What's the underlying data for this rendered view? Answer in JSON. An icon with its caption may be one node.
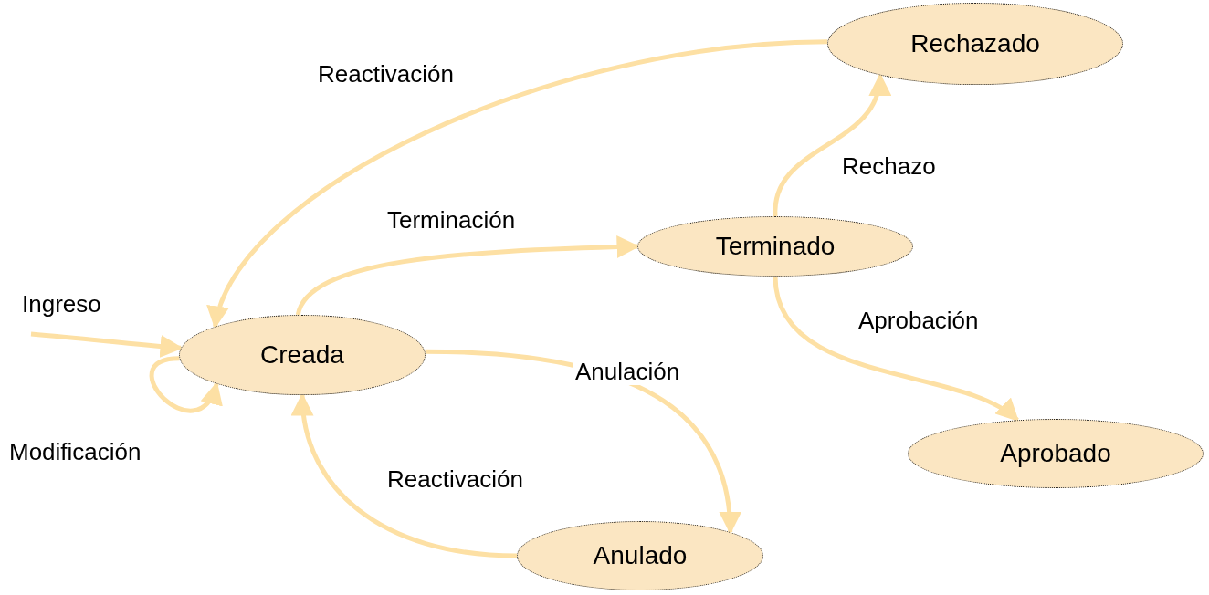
{
  "diagram": {
    "nodes": [
      {
        "text": [
          "Rechazado"
        ]
      },
      {
        "text": [
          "Terminado"
        ]
      },
      {
        "text": [
          "Creada"
        ]
      },
      {
        "text": [
          "Aprobado"
        ]
      },
      {
        "text": [
          "Anulado"
        ]
      }
    ],
    "edges": [
      {
        "from": null,
        "to": 2,
        "arrow": "to",
        "label": "Ingreso"
      },
      {
        "from": 2,
        "to": 2,
        "arrow": "to",
        "label": "Modificación"
      },
      {
        "from": 2,
        "to": 1,
        "arrow": "to",
        "label": "Terminación"
      },
      {
        "from": 1,
        "to": 0,
        "arrow": "to",
        "label": "Rechazo"
      },
      {
        "from": 1,
        "to": 3,
        "arrow": "to",
        "label": "Aprobación"
      },
      {
        "from": 0,
        "to": 2,
        "arrow": "to",
        "label": "Reactivación"
      },
      {
        "from": 2,
        "to": 4,
        "arrow": "to",
        "label": "Anulación"
      },
      {
        "from": 4,
        "to": 2,
        "arrow": "to",
        "label": "Reactivación"
      }
    ]
  }
}
